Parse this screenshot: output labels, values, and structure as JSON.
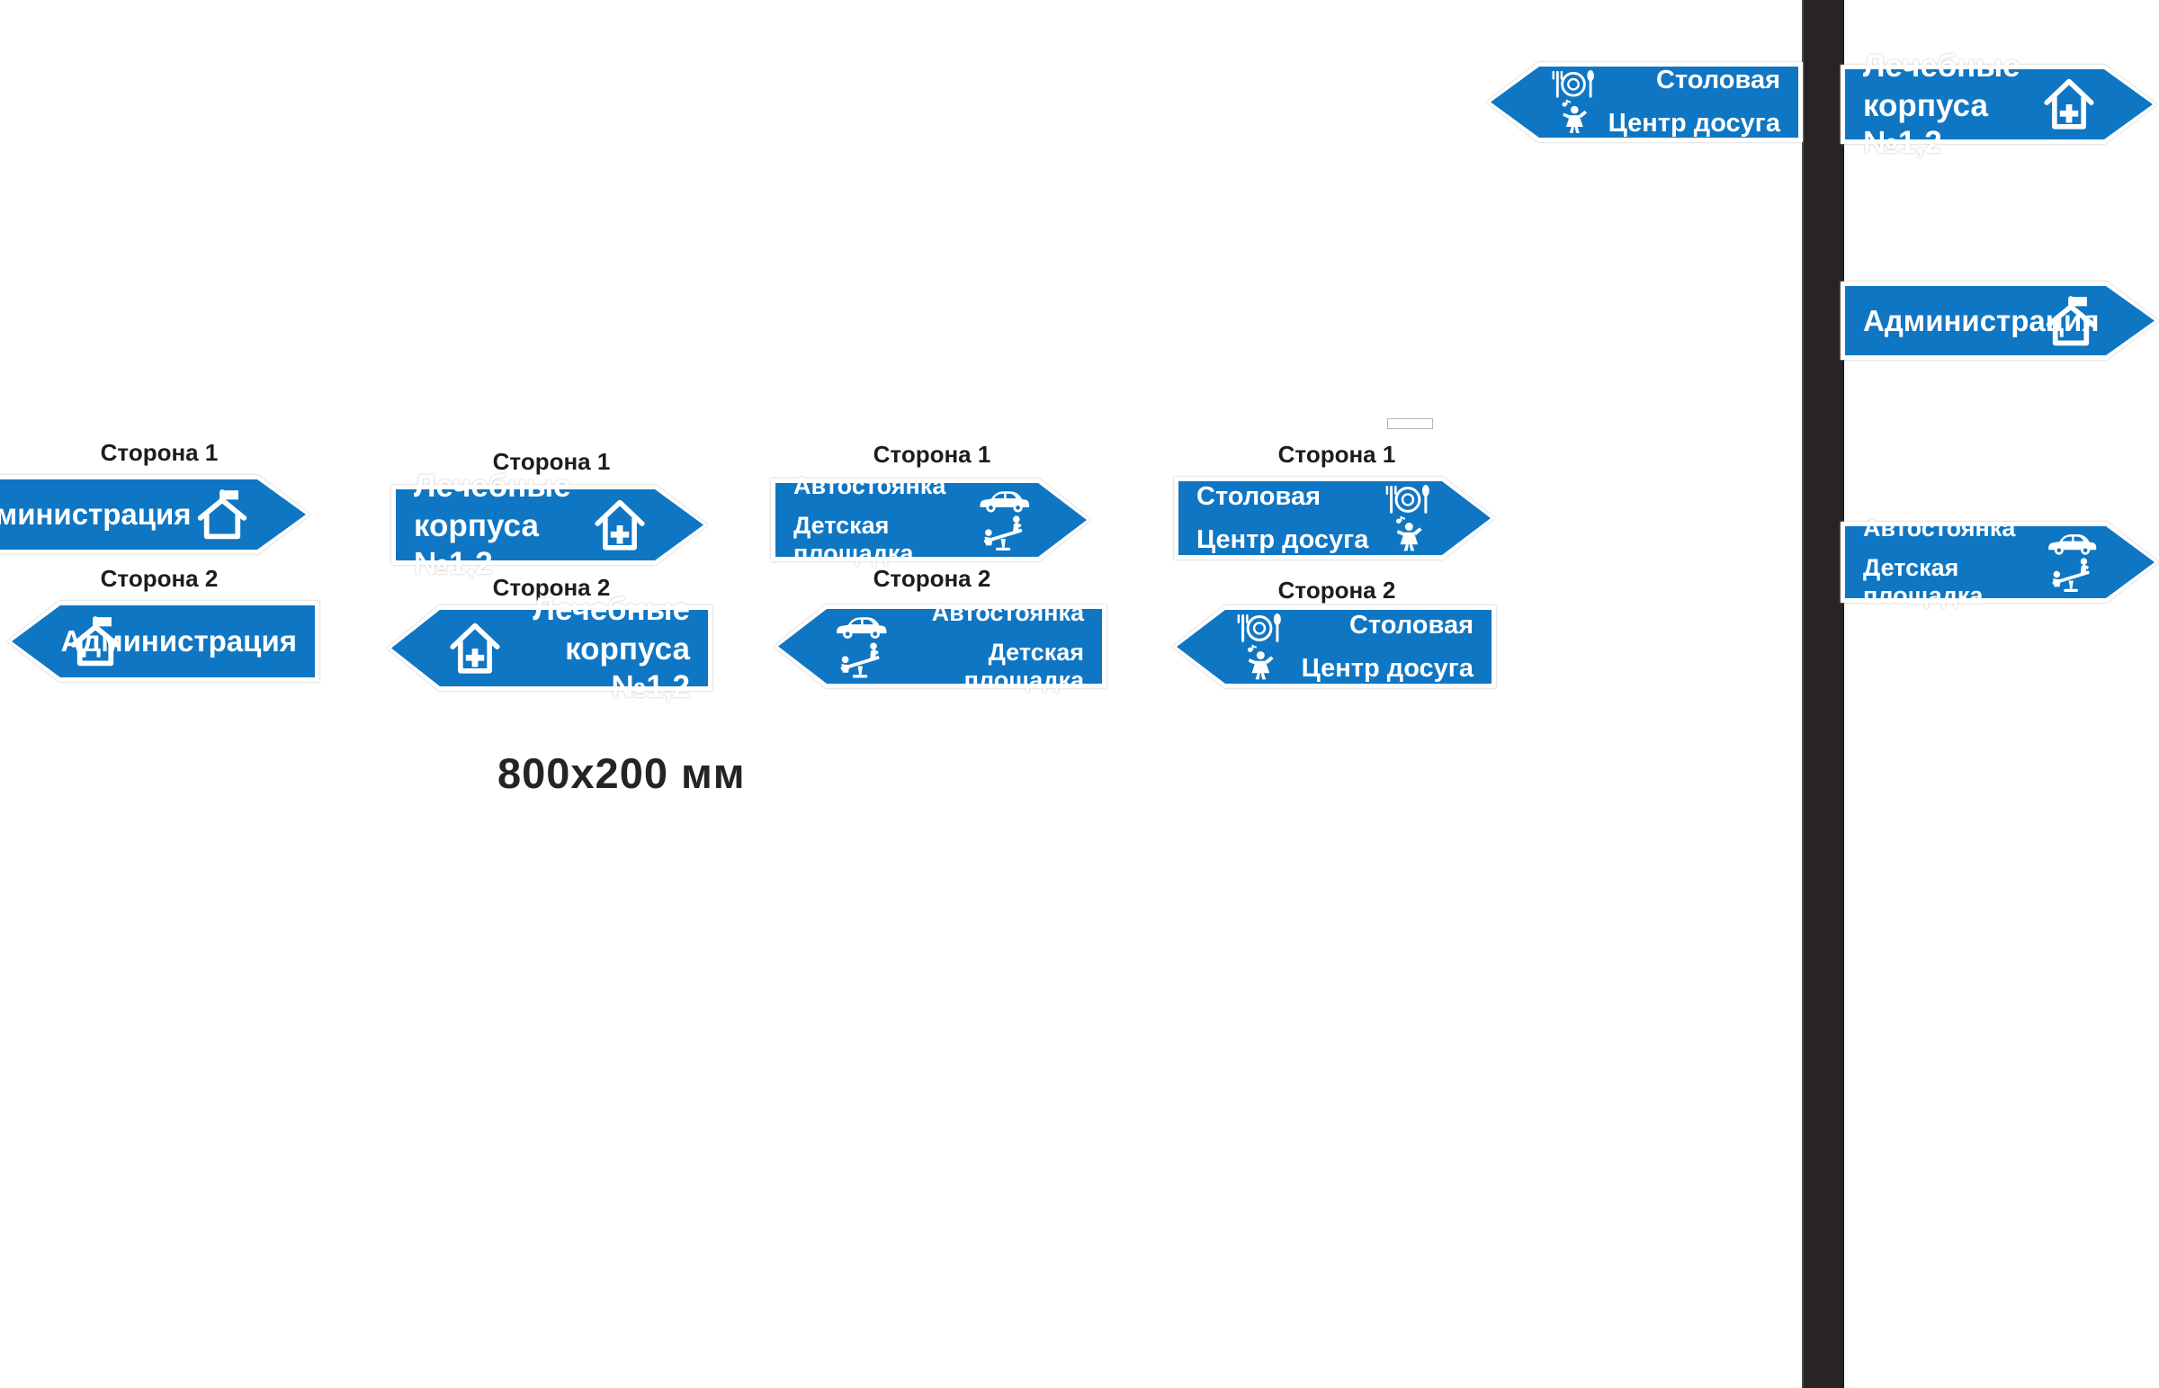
{
  "side_labels": {
    "side1": "Сторона 1",
    "side2": "Сторона 2"
  },
  "dimension_label": "800x200 мм",
  "signs": {
    "admin": {
      "label": "Администрация",
      "icon": "house-flag-icon"
    },
    "medical": {
      "line1": "Лечебные",
      "line2": "корпуса №1,2",
      "icon": "house-cross-icon"
    },
    "parking": {
      "line1": "Автостоянка",
      "line2": "Детская площадка",
      "icon_top": "car-icon",
      "icon_bottom": "seesaw-icon"
    },
    "dining": {
      "line1": "Столовая",
      "line2": "Центр досуга",
      "icon_top": "cutlery-icon",
      "icon_bottom": "dancer-icon"
    }
  },
  "colors": {
    "sign_blue": "#0f76c3",
    "sign_border": "#ffffff",
    "sign_text": "#ffffff",
    "pole": "#282425",
    "label_text": "#1d1d1d"
  }
}
